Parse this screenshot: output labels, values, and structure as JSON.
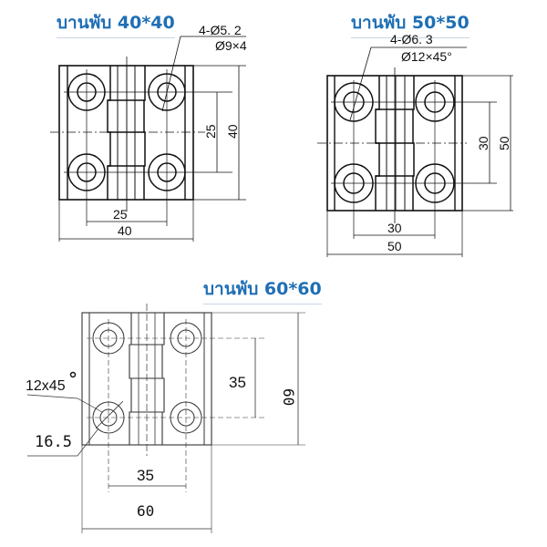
{
  "hinges": [
    {
      "title": "บานพับ 40*40",
      "hole_note_1": "4-Ø5. 2",
      "hole_note_2": "Ø9×4",
      "hole_spacing_vertical": "25",
      "overall_height": "40",
      "hole_spacing_horizontal": "25",
      "overall_width": "40"
    },
    {
      "title": "บานพับ 50*50",
      "hole_note_1": "4-Ø6. 3",
      "hole_note_2": "Ø12×45°",
      "hole_spacing_vertical": "30",
      "overall_height": "50",
      "hole_spacing_horizontal": "30",
      "overall_width": "50"
    },
    {
      "title": "บานพับ 60*60",
      "hole_note_1": "12x45",
      "hole_note_2": "16.5",
      "hole_spacing_vertical": "35",
      "overall_height": "60",
      "hole_spacing_horizontal": "35",
      "overall_width": "60"
    }
  ],
  "colors": {
    "title": "#1f6fb5",
    "line": "#111111"
  }
}
